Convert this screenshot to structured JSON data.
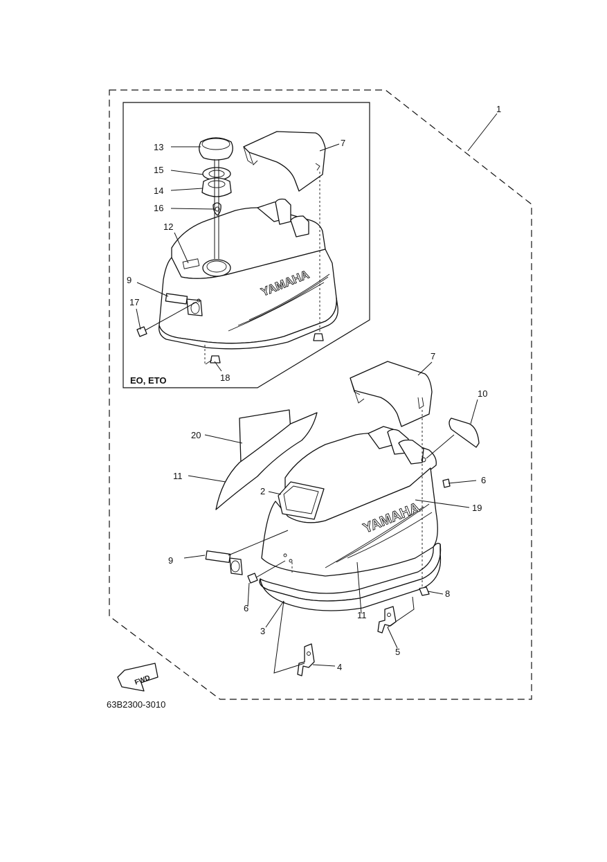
{
  "diagram": {
    "drawing_code": "63B2300-3010",
    "inset_label": "EO, ETO",
    "fwd_label": "FWD",
    "brand_text": "YAMAHA",
    "callouts": {
      "c1": "1",
      "c2": "2",
      "c3": "3",
      "c4": "4",
      "c5": "5",
      "c6a": "6",
      "c6b": "6",
      "c7a": "7",
      "c7b": "7",
      "c8": "8",
      "c9a": "9",
      "c9b": "9",
      "c10": "10",
      "c11a": "11",
      "c11b": "11",
      "c12": "12",
      "c13": "13",
      "c14": "14",
      "c15": "15",
      "c16": "16",
      "c17": "17",
      "c18": "18",
      "c19": "19",
      "c20": "20"
    }
  }
}
